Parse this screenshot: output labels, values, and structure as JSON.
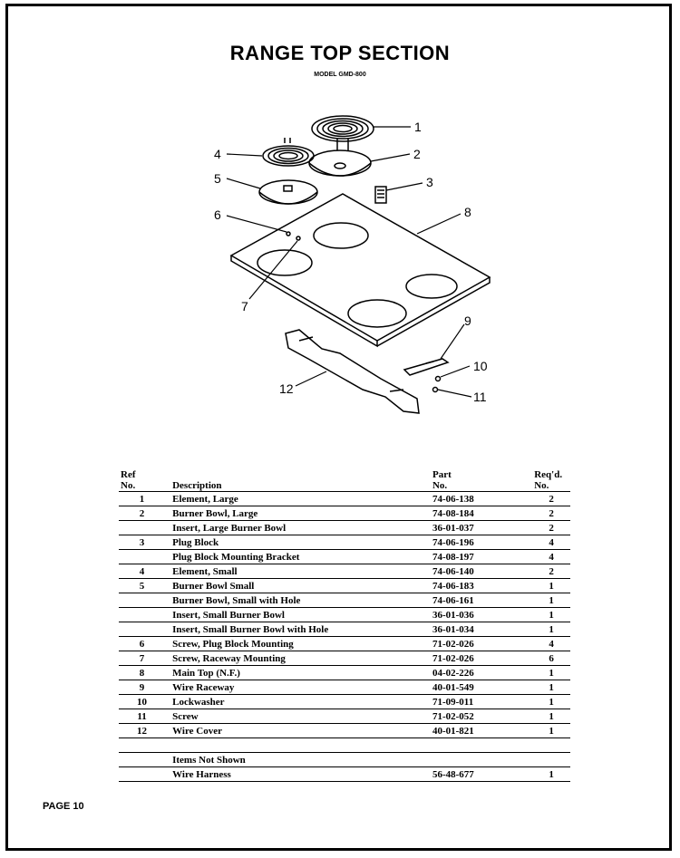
{
  "header": {
    "title": "RANGE TOP SECTION",
    "model": "MODEL GMD-800"
  },
  "diagram": {
    "callouts": [
      "1",
      "2",
      "3",
      "4",
      "5",
      "6",
      "7",
      "8",
      "9",
      "10",
      "11",
      "12"
    ]
  },
  "table": {
    "headers": {
      "ref_line1": "Ref",
      "ref_line2": "No.",
      "description": "Description",
      "part_line1": "Part",
      "part_line2": "No.",
      "qty_line1": "Req'd.",
      "qty_line2": "No."
    },
    "rows": [
      {
        "ref": "1",
        "desc": "Element, Large",
        "part": "74-06-138",
        "qty": "2"
      },
      {
        "ref": "2",
        "desc": "Burner Bowl, Large",
        "part": "74-08-184",
        "qty": "2"
      },
      {
        "ref": "",
        "desc": "Insert, Large Burner Bowl",
        "part": "36-01-037",
        "qty": "2"
      },
      {
        "ref": "3",
        "desc": "Plug Block",
        "part": "74-06-196",
        "qty": "4"
      },
      {
        "ref": "",
        "desc": "Plug Block Mounting Bracket",
        "part": "74-08-197",
        "qty": "4"
      },
      {
        "ref": "4",
        "desc": "Element, Small",
        "part": "74-06-140",
        "qty": "2"
      },
      {
        "ref": "5",
        "desc": "Burner Bowl Small",
        "part": "74-06-183",
        "qty": "1"
      },
      {
        "ref": "",
        "desc": "Burner Bowl, Small with Hole",
        "part": "74-06-161",
        "qty": "1"
      },
      {
        "ref": "",
        "desc": "Insert, Small Burner Bowl",
        "part": "36-01-036",
        "qty": "1"
      },
      {
        "ref": "",
        "desc": "Insert, Small Burner Bowl with Hole",
        "part": "36-01-034",
        "qty": "1"
      },
      {
        "ref": "6",
        "desc": "Screw, Plug Block Mounting",
        "part": "71-02-026",
        "qty": "4"
      },
      {
        "ref": "7",
        "desc": "Screw, Raceway Mounting",
        "part": "71-02-026",
        "qty": "6"
      },
      {
        "ref": "8",
        "desc": "Main Top (N.F.)",
        "part": "04-02-226",
        "qty": "1"
      },
      {
        "ref": "9",
        "desc": "Wire Raceway",
        "part": "40-01-549",
        "qty": "1"
      },
      {
        "ref": "10",
        "desc": "Lockwasher",
        "part": "71-09-011",
        "qty": "1"
      },
      {
        "ref": "11",
        "desc": "Screw",
        "part": "71-02-052",
        "qty": "1"
      },
      {
        "ref": "12",
        "desc": "Wire Cover",
        "part": "40-01-821",
        "qty": "1"
      }
    ],
    "not_shown_label": "Items Not Shown",
    "not_shown_rows": [
      {
        "ref": "",
        "desc": "Wire Harness",
        "part": "56-48-677",
        "qty": "1"
      }
    ]
  },
  "footer": {
    "page": "PAGE 10"
  }
}
